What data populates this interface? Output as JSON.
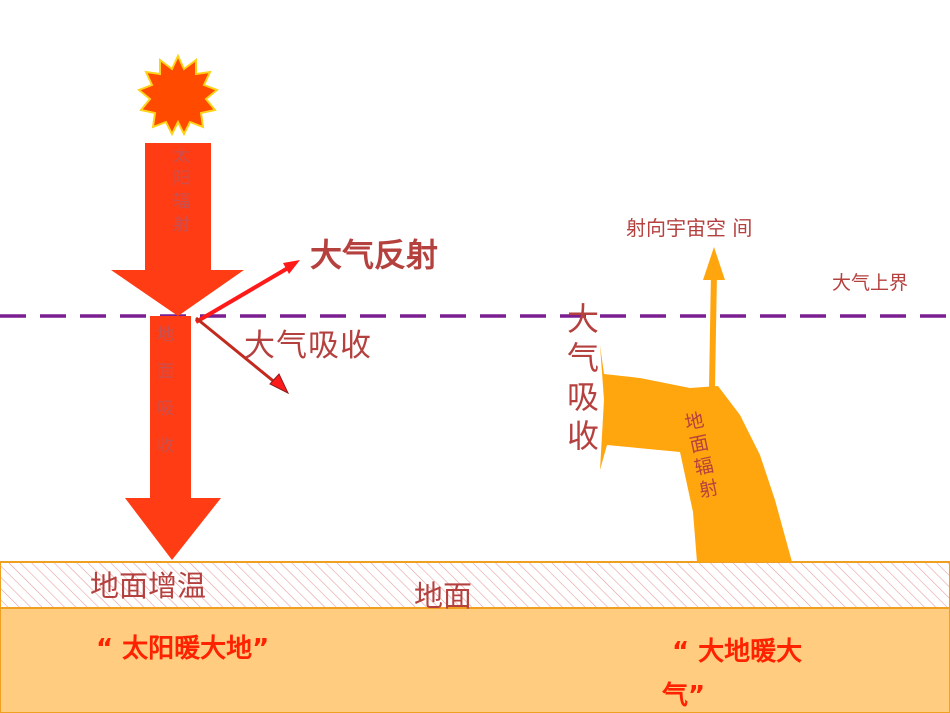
{
  "labels": {
    "solar_radiation": "太阳辐射",
    "ground_absorption": "地面吸收",
    "atmos_reflection": "大气反射",
    "atmos_absorption_left": "大气吸收",
    "to_space": "射向宇宙空 间",
    "atmos_upper_boundary": "大气上界",
    "atmos_absorption_right": "大气吸收",
    "ground_radiation": "地面辐射",
    "ground_warming": "地面增温",
    "ground": "地面",
    "slogan_left": "“ 太阳暖大地”",
    "slogan_right_line1": "“ 大地暖大",
    "slogan_right_line2": "气”"
  },
  "colors": {
    "solar_arrow": "#ff3c14",
    "sun": "#ff4a00",
    "sun_outline": "#ffd21a",
    "reflect_arrow": "#ff1a1a",
    "boundary_line": "#7a1f8f",
    "ground_radiation": "#ffa50d",
    "ground_stripe": "#e8a090",
    "base_fill": "#ffcc80",
    "label_red_brown": "#c0392b",
    "slogan_red": "#ff2200"
  }
}
